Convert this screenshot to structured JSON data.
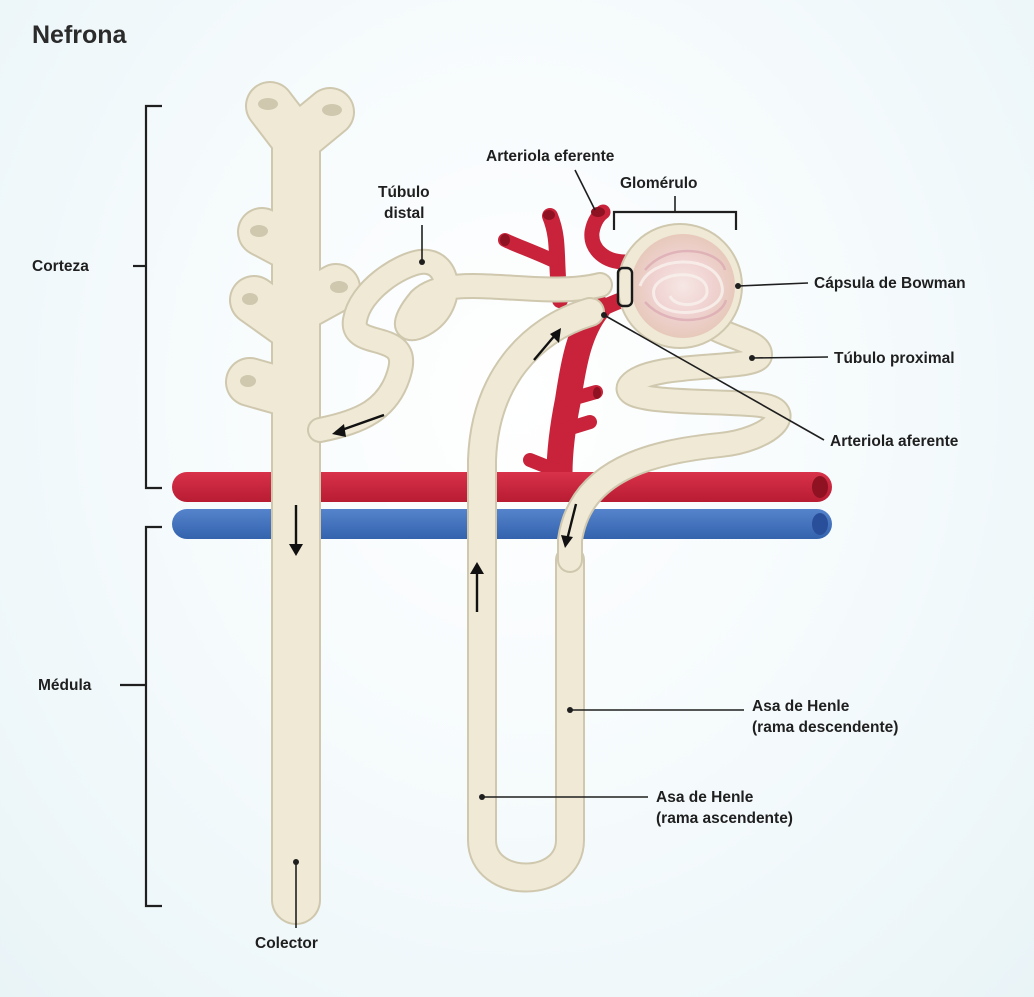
{
  "title": "Nefrona",
  "labels": {
    "corteza": "Corteza",
    "medula": "Médula",
    "tubulo_distal_1": "Túbulo",
    "tubulo_distal_2": "distal",
    "arteriola_eferente": "Arteriola eferente",
    "glomerulo": "Glomérulo",
    "capsula_bowman": "Cápsula de Bowman",
    "tubulo_proximal": "Túbulo proximal",
    "arteriola_aferente": "Arteriola aferente",
    "asa_desc_1": "Asa de Henle",
    "asa_desc_2": "(rama descendente)",
    "asa_asc_1": "Asa de Henle",
    "asa_asc_2": "(rama ascendente)",
    "colector": "Colector"
  },
  "colors": {
    "tubule": "#efe9d6",
    "tubule_edge": "#cfc8ae",
    "artery": "#c8233a",
    "vein": "#3e6fb8",
    "glomerulus": "#e8b7c0",
    "background": "#f1f9fb"
  }
}
